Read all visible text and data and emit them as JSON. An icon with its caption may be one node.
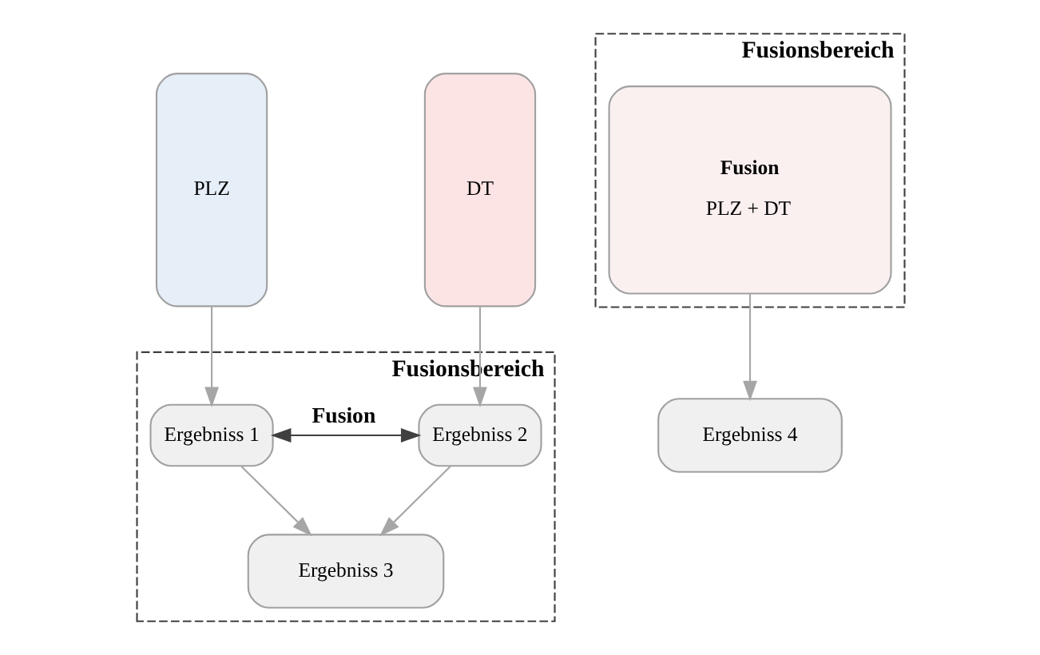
{
  "diagram": {
    "nodes": [
      {
        "text": [
          "PLZ"
        ]
      },
      {
        "text": [
          "DT"
        ]
      },
      {
        "text": [
          "Fusionsbereich"
        ]
      },
      {
        "text": [
          "Ergebniss 1"
        ],
        "in": 2
      },
      {
        "text": [
          "Ergebniss 2"
        ],
        "in": 2
      },
      {
        "text": [
          "Ergebniss 3"
        ],
        "in": 2
      },
      {
        "text": [
          "Fusionsbereich"
        ]
      },
      {
        "text": [
          "Fusion",
          "PLZ + DT"
        ],
        "in": 6
      },
      {
        "text": [
          "Ergebniss 4"
        ]
      }
    ],
    "edges": [
      {
        "from": 0,
        "to": 3,
        "arrow": "to"
      },
      {
        "from": 1,
        "to": 4,
        "arrow": "to"
      },
      {
        "from": 3,
        "to": 4,
        "arrow": "both",
        "label": "Fusion",
        "color": "#404040"
      },
      {
        "from": 3,
        "to": 5,
        "arrow": "to"
      },
      {
        "from": 4,
        "to": 5,
        "arrow": "to"
      },
      {
        "from": 7,
        "to": 8,
        "arrow": "to"
      }
    ]
  }
}
